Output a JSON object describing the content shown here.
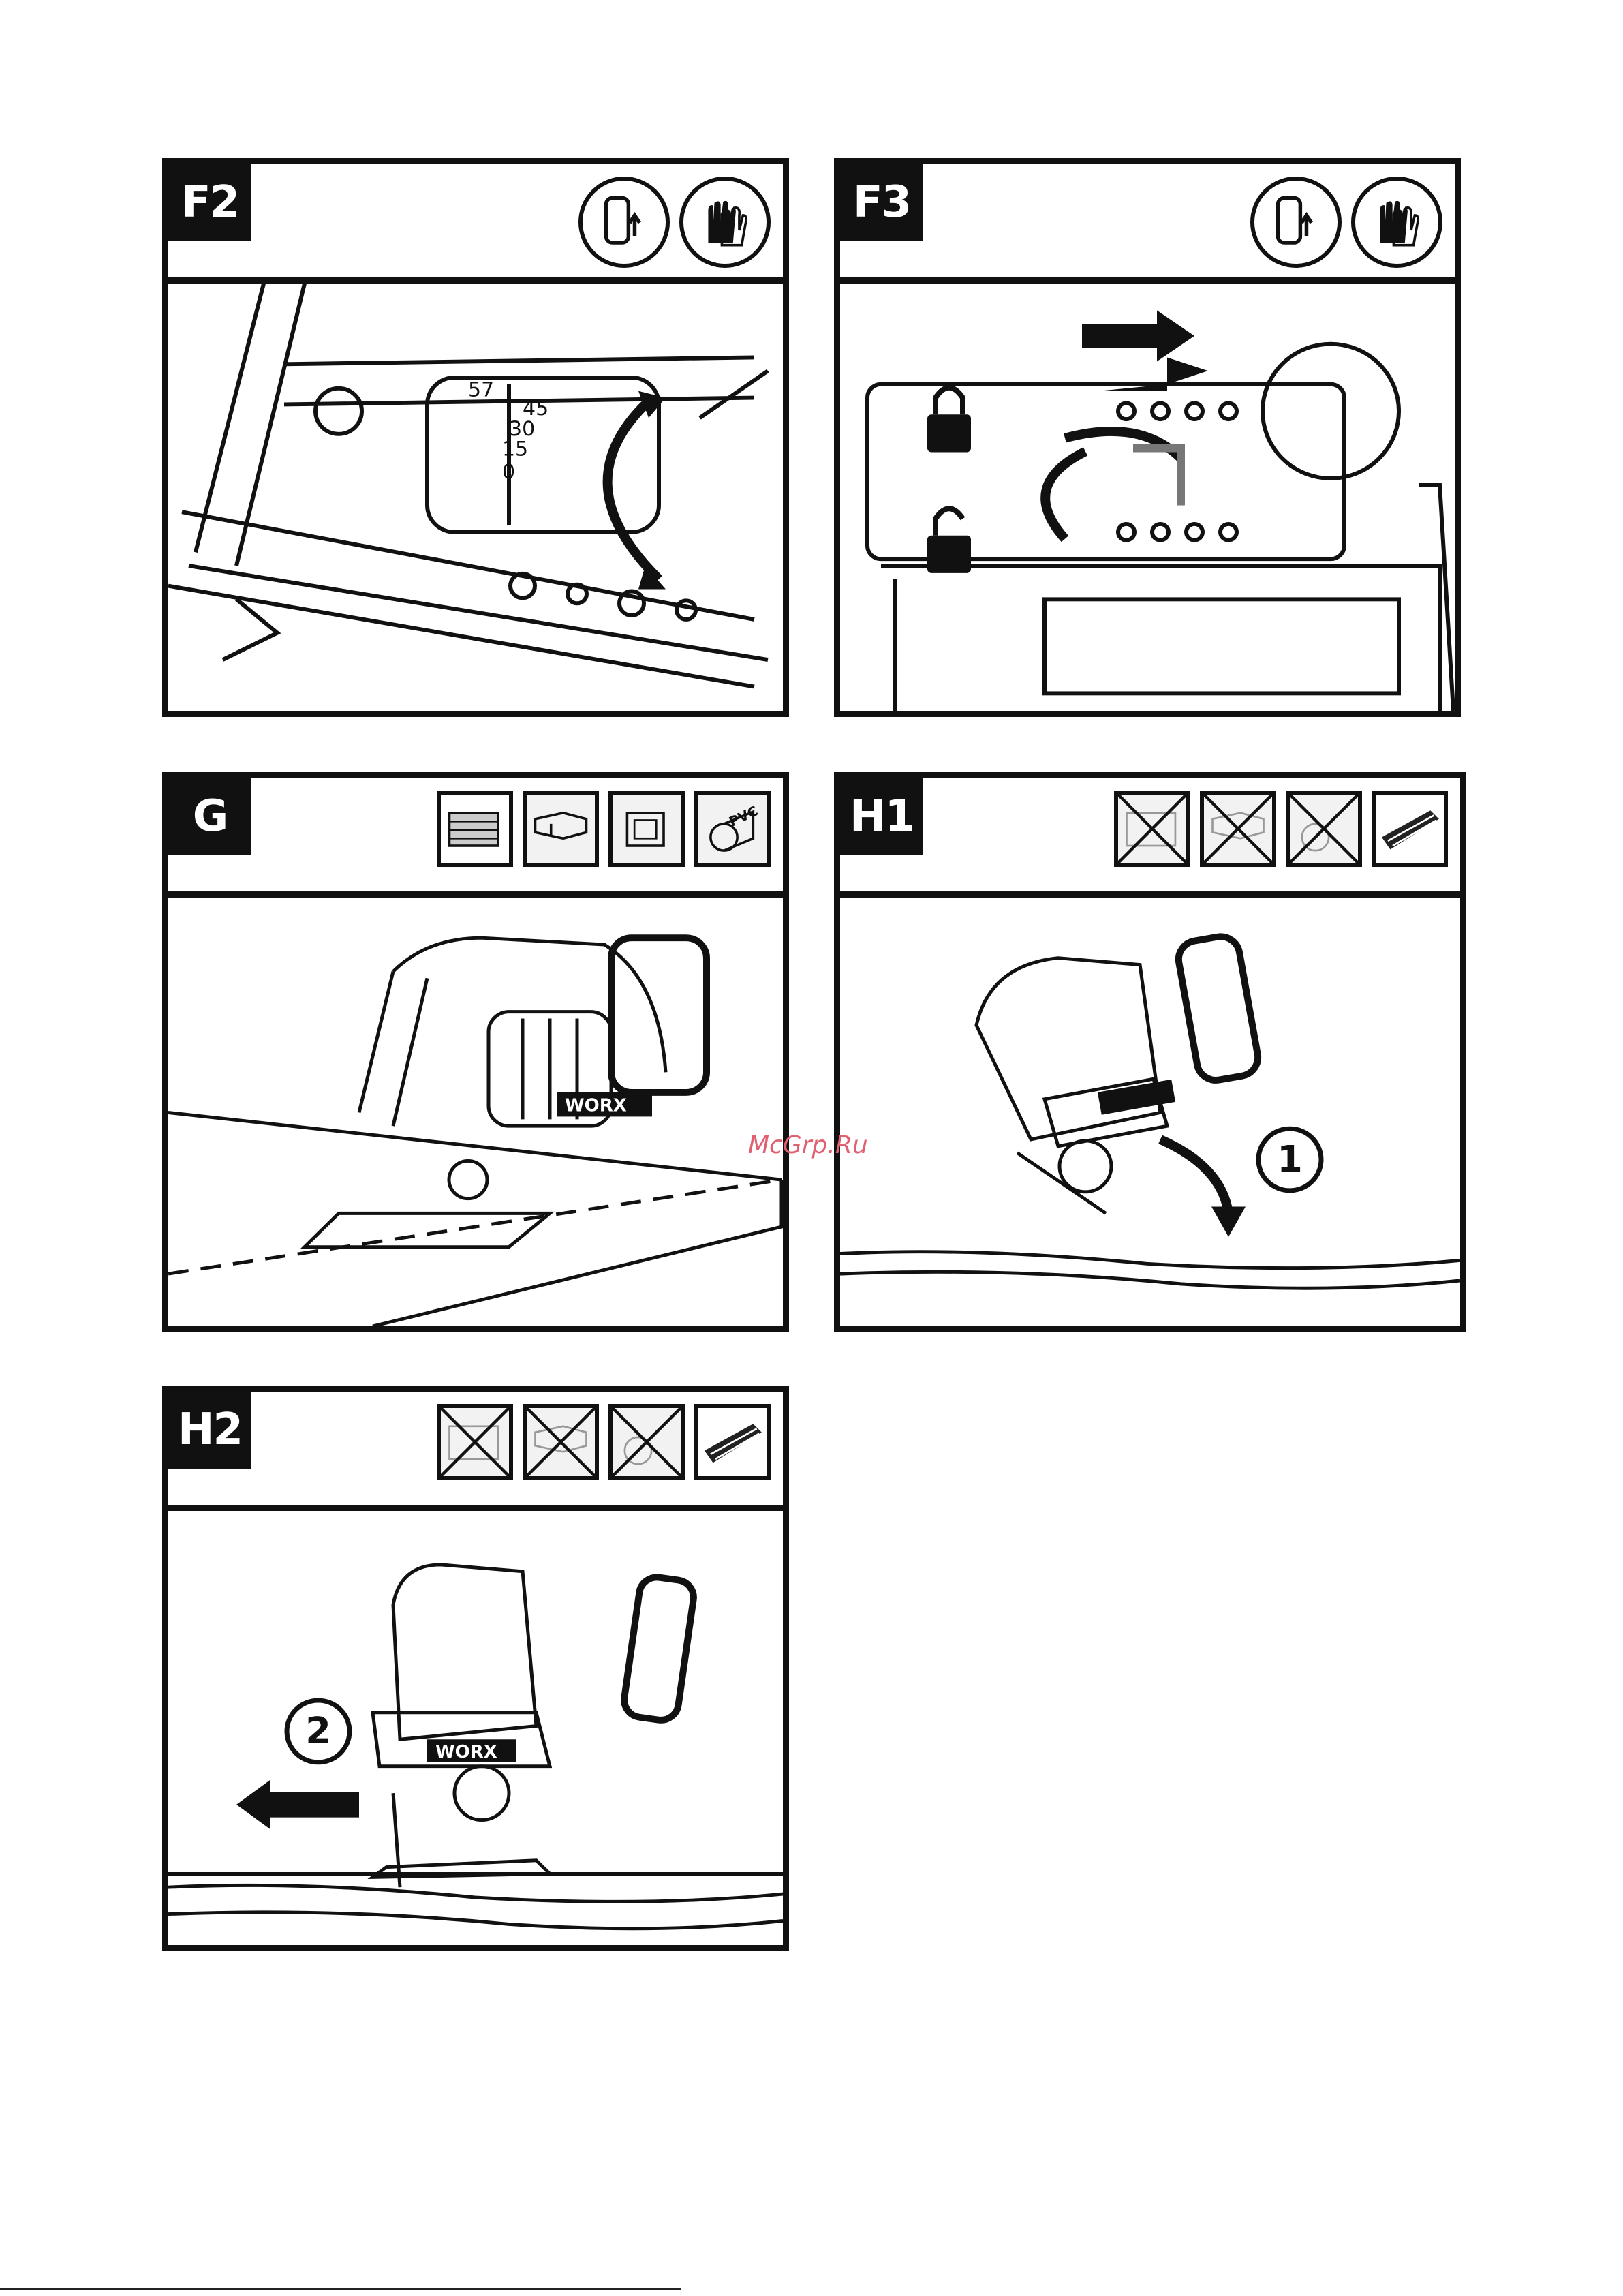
{
  "panels": {
    "f2": {
      "label": "F2",
      "scale": [
        "57",
        "45",
        "30",
        "15",
        "0"
      ]
    },
    "f3": {
      "label": "F3"
    },
    "g": {
      "label": "G",
      "material_icons": [
        "wood-icon",
        "profile-icon",
        "tube-icon",
        "pvc-icon"
      ],
      "pvc_text": "PVC"
    },
    "h1": {
      "label": "H1",
      "step": "1"
    },
    "h2": {
      "label": "H2",
      "step": "2"
    },
    "brand": "WORX"
  },
  "watermark": "McGrp.Ru"
}
